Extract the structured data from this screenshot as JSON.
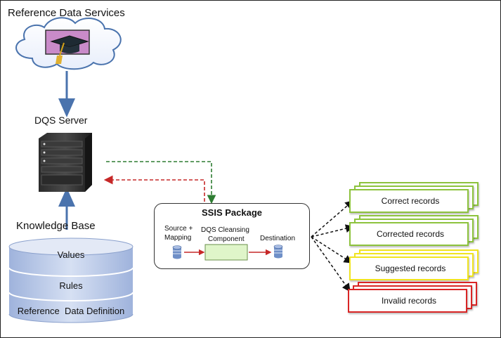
{
  "colors": {
    "arrow_blue": "#4a73ad",
    "dashed_green": "#2e7d32",
    "dashed_red": "#c62828",
    "db_blue": "#b7c6e4",
    "db_top": "#dbe3f3",
    "green_record": "#8dc33d",
    "yellow_record": "#f0e420",
    "red_record": "#d92525",
    "inner_box": "#dff5c9"
  },
  "diagram": {
    "reference_data_services": "Reference Data Services",
    "dqs_server": "DQS Server",
    "knowledge_base": {
      "title": "Knowledge Base",
      "layers": [
        "Values",
        "Rules",
        "Reference  Data Definition"
      ]
    },
    "ssis_package": {
      "title": "SSIS Package",
      "source_label_1": "Source +",
      "source_label_2": "Mapping",
      "component_label_1": "DQS Cleansing",
      "component_label_2": "Component",
      "destination_label": "Destination"
    },
    "records": [
      {
        "label": "Correct records",
        "color": "#8dc33d"
      },
      {
        "label": "Corrected records",
        "color": "#8dc33d"
      },
      {
        "label": "Suggested records",
        "color": "#f0e420"
      },
      {
        "label": "Invalid records",
        "color": "#d92525"
      }
    ],
    "icons": [
      "cloud-icon",
      "graduation-cap-icon",
      "server-icon",
      "database-icon",
      "record-stack-icon"
    ]
  }
}
